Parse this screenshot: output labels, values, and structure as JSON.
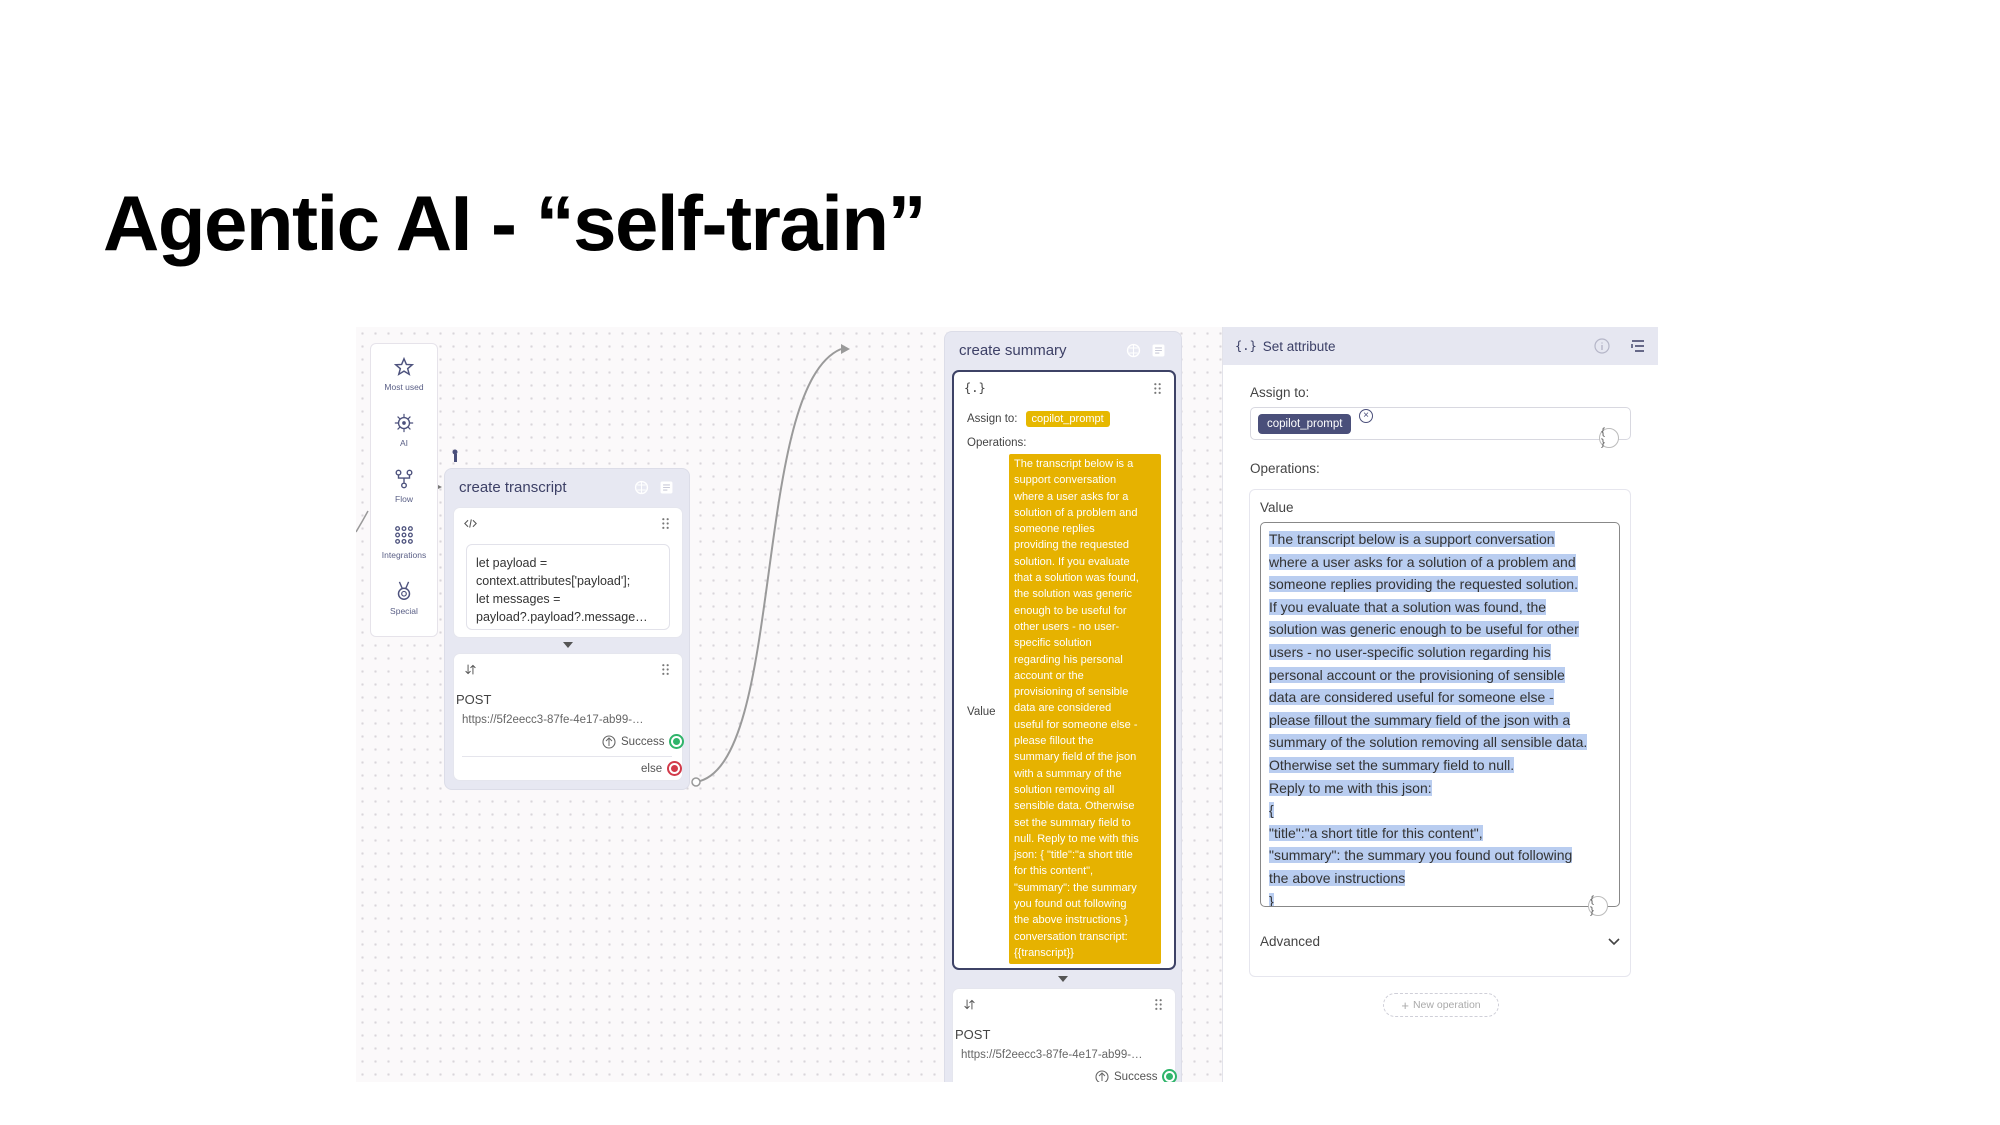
{
  "slide": {
    "title": "Agentic AI - “self-train”"
  },
  "palette": [
    {
      "label": "Most used",
      "icon": "star-icon"
    },
    {
      "label": "AI",
      "icon": "ai-chip-icon"
    },
    {
      "label": "Flow",
      "icon": "flow-icon"
    },
    {
      "label": "Integrations",
      "icon": "grid-icon"
    },
    {
      "label": "Special",
      "icon": "medal-icon"
    }
  ],
  "node_transcript": {
    "title": "create transcript",
    "code_lines": [
      "let payload =",
      "context.attributes['payload'];",
      "let messages =",
      "payload?.payload?.message…"
    ],
    "method": "POST",
    "url": "https://5f2eecc3-87fe-4e17-ab99-…",
    "success_label": "Success",
    "else_label": "else"
  },
  "node_summary": {
    "title": "create summary",
    "assign_label": "Assign to:",
    "assign_value": "copilot_prompt",
    "operations_label": "Operations:",
    "value_label": "Value",
    "value_lines": [
      "The transcript below is a",
      "support conversation",
      "where a user asks for a",
      "solution of a problem and",
      "someone replies",
      "providing the requested",
      "solution. If you evaluate",
      "that a solution was found,",
      "the solution was generic",
      "enough to be useful for",
      "other users - no user-",
      "specific solution",
      "regarding his personal",
      "account or the",
      "provisioning of sensible",
      "data are considered",
      "useful for someone else -",
      "please fillout the",
      "summary field of the json",
      "with a summary of the",
      "solution removing all",
      "sensible data. Otherwise",
      "set the summary field to",
      "null. Reply to me with this",
      "json: { \"title\":\"a short title",
      "for this content\",",
      "\"summary\": the summary",
      "you found out following",
      "the above instructions }",
      "conversation transcript:",
      "{{transcript}}"
    ],
    "method": "POST",
    "url": "https://5f2eecc3-87fe-4e17-ab99-…",
    "success_label": "Success"
  },
  "panel": {
    "title": "Set attribute",
    "assign_label": "Assign to:",
    "assign_chip": "copilot_prompt",
    "operations_label": "Operations:",
    "value_label": "Value",
    "value_lines": [
      "The transcript below is a support conversation",
      "where a user asks for a solution of a problem and",
      "someone replies providing the requested solution.",
      "If you evaluate that a solution was found, the",
      "solution was generic enough to be useful for other",
      "users - no user-specific solution regarding his",
      "personal account or the provisioning of sensible",
      "data are considered useful for someone else -",
      "please fillout the summary field of the json with a",
      "summary of the solution removing all sensible data.",
      "Otherwise set the summary field to null.",
      "Reply to me with this json:",
      "{",
      "\"title\":\"a short title for this content\",",
      "\"summary\": the summary you found out following",
      "the above instructions",
      "}"
    ],
    "advanced_label": "Advanced",
    "new_operation_label": "New operation",
    "brace_glyph": "{ }"
  },
  "colors": {
    "accent_yellow": "#e6b200",
    "chip_dark": "#4a4f7a",
    "success": "#2fb46a",
    "error": "#d23a4a",
    "selection": "#b9cdf0"
  }
}
